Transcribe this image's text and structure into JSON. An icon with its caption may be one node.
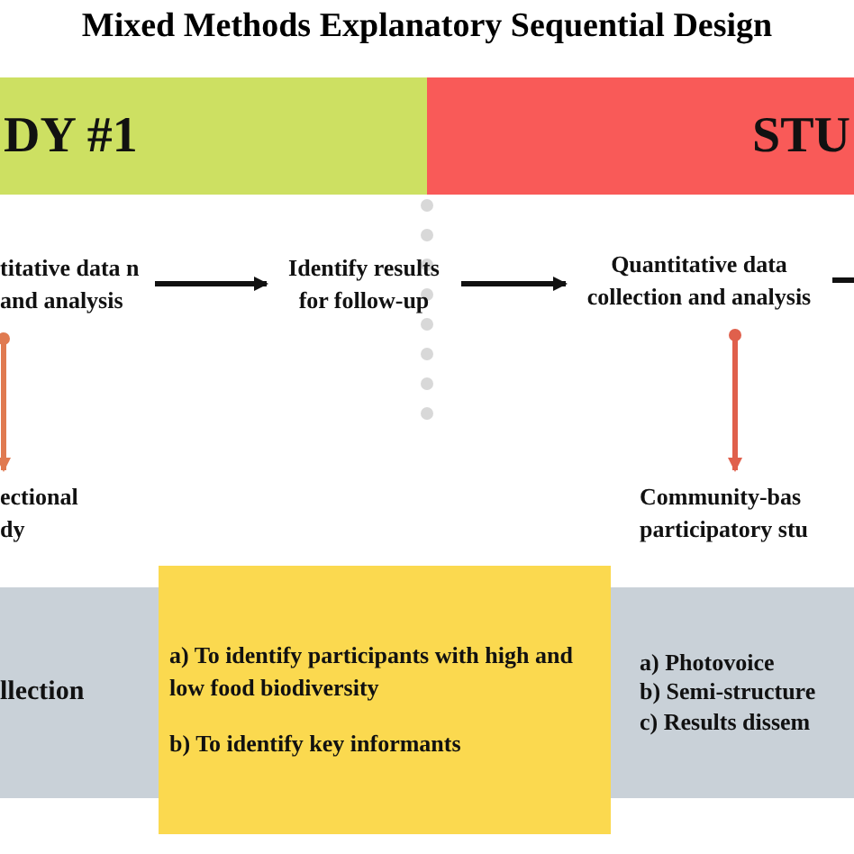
{
  "diagram": {
    "title": "Mixed Methods Explanatory Sequential Design",
    "nodes": [
      {
        "text": [
          "DY #1"
        ]
      },
      {
        "text": [
          "STU"
        ]
      },
      {
        "text": [
          "titative data n and analysis"
        ]
      },
      {
        "text": [
          "Identify results for follow-up"
        ]
      },
      {
        "text": [
          "Quantitative data collection and analysis"
        ]
      },
      {
        "text": [
          "ectional dy"
        ]
      },
      {
        "text": [
          "Community-bas participatory stu"
        ]
      },
      {
        "text": [
          "llection"
        ]
      },
      {
        "text": [
          "a) To identify participants with high and low food biodiversity",
          "b) To identify key informants"
        ]
      },
      {
        "text": [
          "a) Photovoice",
          "b) Semi-structure",
          "c) Results dissem"
        ]
      }
    ],
    "edges": [
      {
        "from": 2,
        "to": 3,
        "arrow": "to"
      },
      {
        "from": 3,
        "to": 4,
        "arrow": "to"
      },
      {
        "from": 4,
        "to": null,
        "arrow": "none"
      },
      {
        "from": 2,
        "to": 5,
        "arrow": "to",
        "color": "#e07a50"
      },
      {
        "from": 4,
        "to": 6,
        "arrow": "to",
        "color": "#e0604c"
      }
    ]
  }
}
